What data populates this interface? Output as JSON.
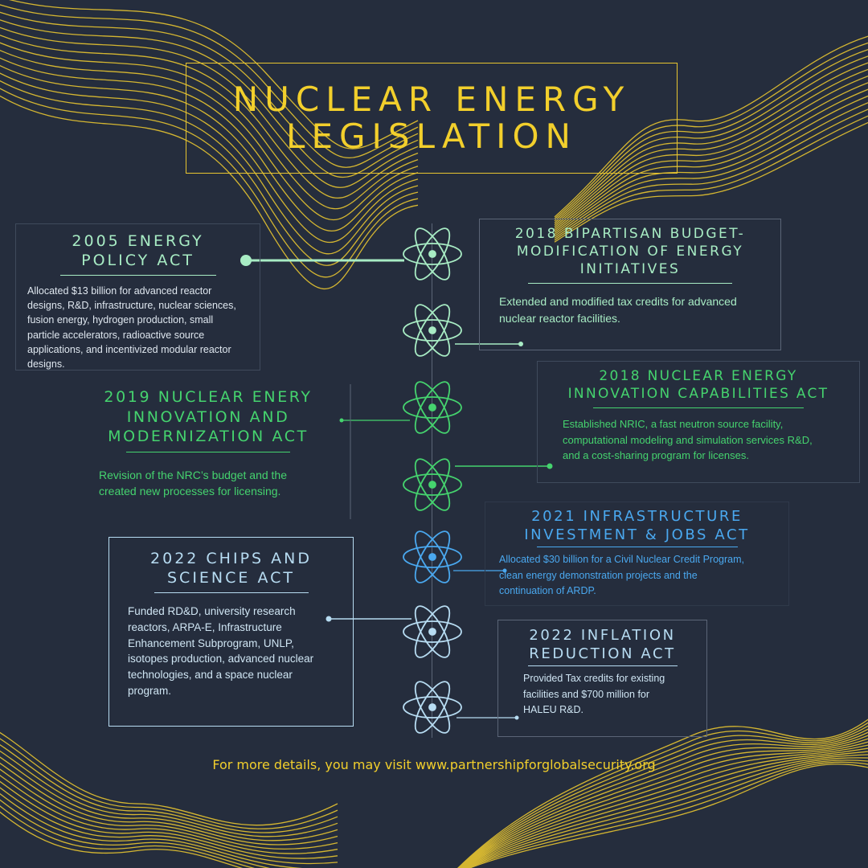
{
  "title": {
    "line1": "NUCLEAR ENERGY",
    "line2": "LEGISLATION"
  },
  "colors": {
    "background": "#252d3d",
    "gold": "#f2cf2c",
    "mint": "#a8ecc4",
    "green": "#45d36e",
    "blue": "#4aa8ef",
    "light_blue": "#b7dcf2"
  },
  "acts": [
    {
      "title": "2005 ENERGY POLICY ACT",
      "title_lines": [
        "2005 ENERGY",
        "POLICY ACT"
      ],
      "color": "#a8ecc4",
      "description_lines": [
        "Allocated $13 billion for advanced reactor",
        "designs, R&D, infrastructure, nuclear sciences,",
        "fusion energy, hydrogen production, small",
        "particle accelerators, radioactive source",
        "applications, and incentivized modular reactor",
        "designs."
      ]
    },
    {
      "title": "2018 BIPARTISAN BUDGET- MODIFICATION OF ENERGY INITIATIVES",
      "title_lines": [
        "2018 BIPARTISAN BUDGET-",
        "MODIFICATION OF ENERGY",
        "INITIATIVES"
      ],
      "color": "#a8ecc4",
      "description_lines": [
        "Extended and modified tax credits for advanced",
        "nuclear reactor facilities."
      ]
    },
    {
      "title": "2018 NUCLEAR ENERGY INNOVATION CAPABILITIES ACT",
      "title_lines": [
        "2018 NUCLEAR ENERGY",
        "INNOVATION CAPABILITIES ACT"
      ],
      "color": "#45d36e",
      "description_lines": [
        "Established NRIC, a fast neutron source facility,",
        "computational modeling and simulation services R&D,",
        "and a cost-sharing program for licenses."
      ]
    },
    {
      "title": "2019 NUCLEAR ENERY INNOVATION AND MODERNIZATION ACT",
      "title_lines": [
        "2019 NUCLEAR ENERY",
        "INNOVATION AND",
        "MODERNIZATION ACT"
      ],
      "color": "#45d36e",
      "description_lines": [
        "Revision of the NRC’s budget and the",
        "created new processes for licensing."
      ]
    },
    {
      "title": "2021 INFRASTRUCTURE INVESTMENT & JOBS ACT",
      "title_lines": [
        "2021 INFRASTRUCTURE",
        "INVESTMENT & JOBS ACT"
      ],
      "color": "#4aa8ef",
      "description_lines": [
        "Allocated $30 billion for a Civil Nuclear Credit Program,",
        "clean energy demonstration projects and the",
        "continuation of ARDP."
      ]
    },
    {
      "title": "2022 CHIPS AND SCIENCE ACT",
      "title_lines": [
        "2022 CHIPS AND",
        "SCIENCE ACT"
      ],
      "color": "#b7dcf2",
      "description_lines": [
        "Funded RD&D, university research",
        "reactors, ARPA-E, Infrastructure",
        "Enhancement Subprogram, UNLP,",
        "isotopes production, advanced nuclear",
        "technologies, and a space nuclear",
        "program."
      ]
    },
    {
      "title": "2022 INFLATION REDUCTION ACT",
      "title_lines": [
        "2022 INFLATION",
        "REDUCTION ACT"
      ],
      "color": "#b7dcf2",
      "description_lines": [
        "Provided Tax credits for existing",
        "facilities and $700 million for",
        "HALEU R&D."
      ]
    }
  ],
  "footer": "For more details, you may visit www.partnershipforglobalsecurity.org",
  "icons": {
    "node": "atom-icon"
  }
}
